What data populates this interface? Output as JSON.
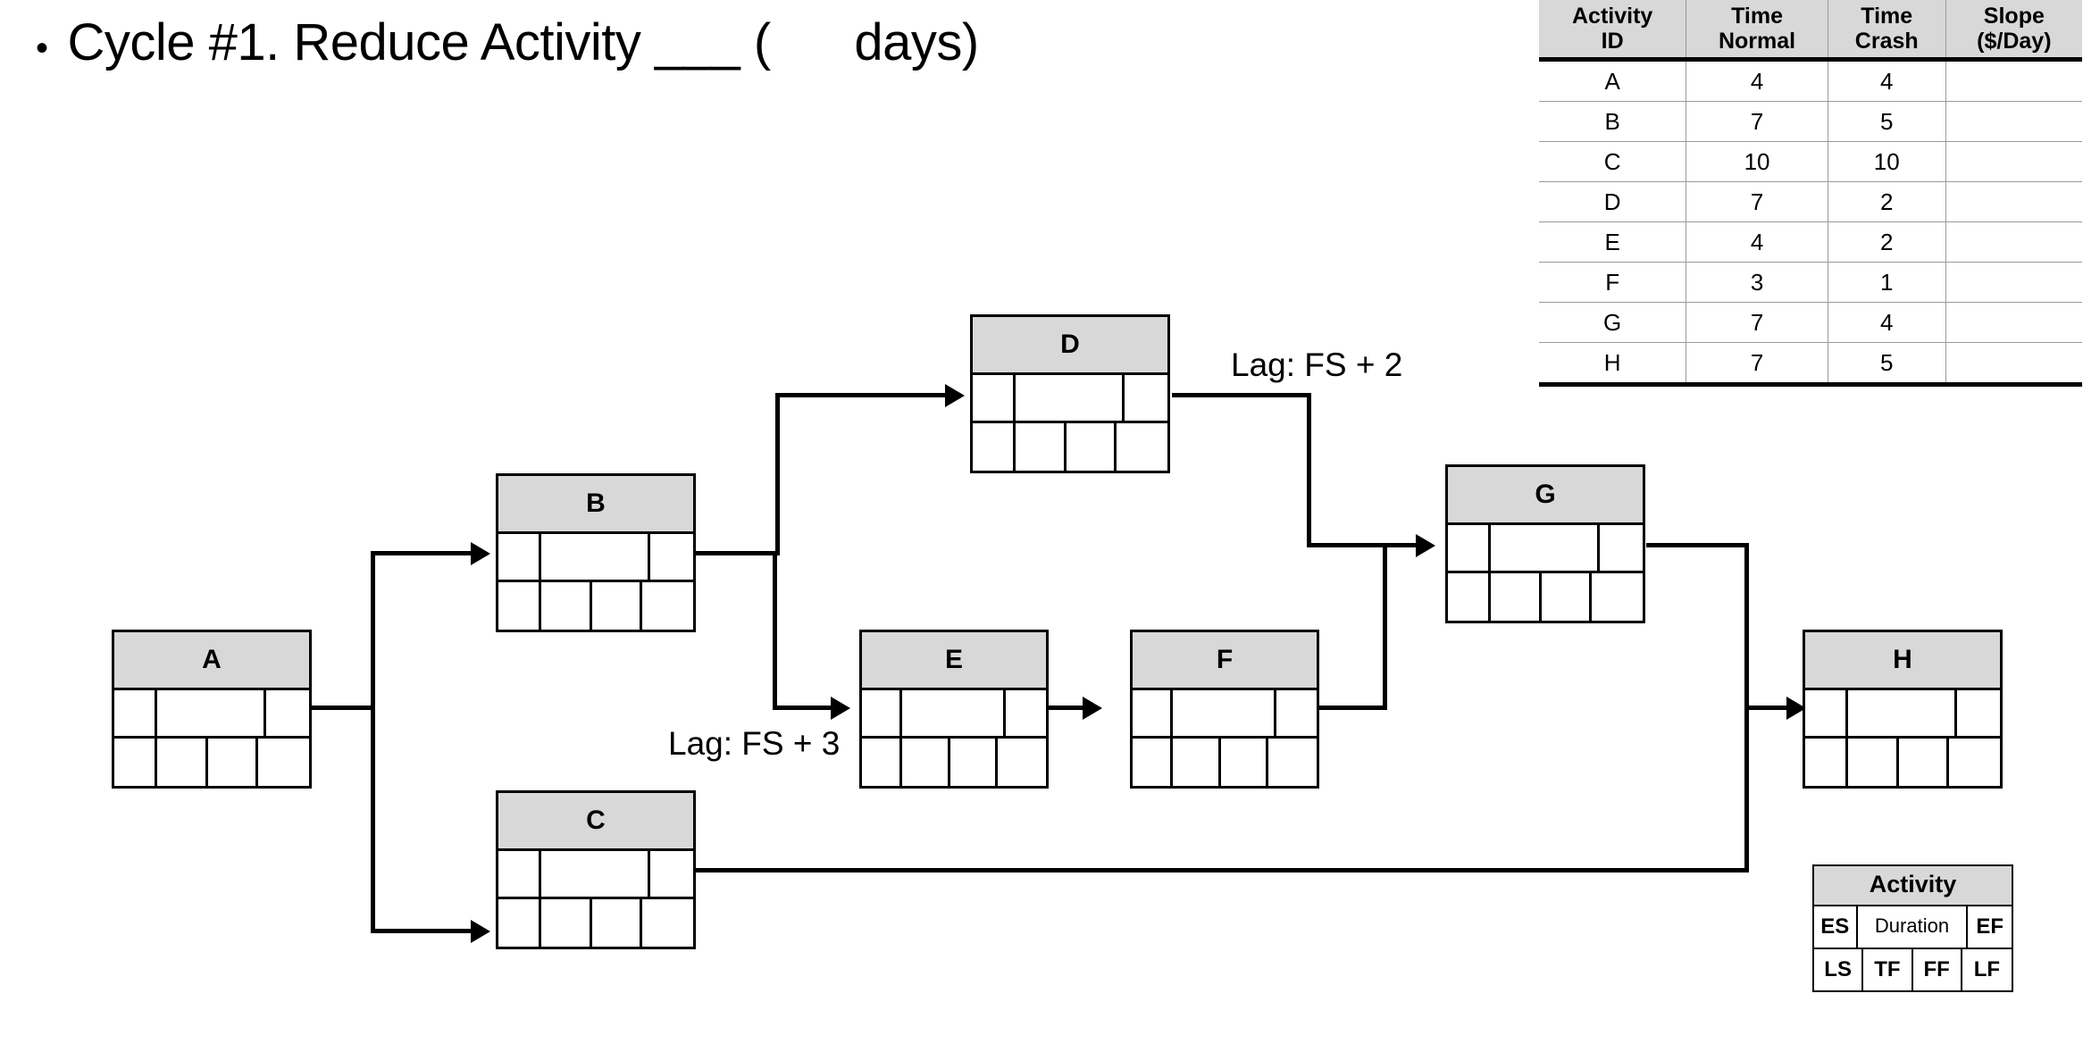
{
  "title": {
    "bullet": "•",
    "text": "Cycle #1. Reduce Activity ___ (      days)"
  },
  "diagram": {
    "nodes": [
      {
        "id": "A",
        "label": "A"
      },
      {
        "id": "B",
        "label": "B"
      },
      {
        "id": "C",
        "label": "C"
      },
      {
        "id": "D",
        "label": "D"
      },
      {
        "id": "E",
        "label": "E"
      },
      {
        "id": "F",
        "label": "F"
      },
      {
        "id": "G",
        "label": "G"
      },
      {
        "id": "H",
        "label": "H"
      }
    ],
    "lag_labels": [
      {
        "id": "lag-d-g",
        "text": "Lag: FS + 2"
      },
      {
        "id": "lag-b-e",
        "text": "Lag: FS + 3"
      }
    ],
    "edges": [
      "A-B",
      "A-C",
      "B-D",
      "B-E",
      "D-G",
      "E-F",
      "F-G",
      "C-H",
      "G-H"
    ]
  },
  "table": {
    "headers": [
      "Activity ID",
      "Time Normal",
      "Time Crash",
      "Slope ($/Day)"
    ],
    "header_lines": [
      [
        "Activity",
        "ID"
      ],
      [
        "Time",
        "Normal"
      ],
      [
        "Time",
        "Crash"
      ],
      [
        "Slope",
        "($/Day)"
      ]
    ],
    "rows": [
      {
        "activity": "A",
        "time_normal": "4",
        "time_crash": "4",
        "slope": ""
      },
      {
        "activity": "B",
        "time_normal": "7",
        "time_crash": "5",
        "slope": ""
      },
      {
        "activity": "C",
        "time_normal": "10",
        "time_crash": "10",
        "slope": ""
      },
      {
        "activity": "D",
        "time_normal": "7",
        "time_crash": "2",
        "slope": ""
      },
      {
        "activity": "E",
        "time_normal": "4",
        "time_crash": "2",
        "slope": ""
      },
      {
        "activity": "F",
        "time_normal": "3",
        "time_crash": "1",
        "slope": ""
      },
      {
        "activity": "G",
        "time_normal": "7",
        "time_crash": "4",
        "slope": ""
      },
      {
        "activity": "H",
        "time_normal": "7",
        "time_crash": "5",
        "slope": ""
      }
    ]
  },
  "legend": {
    "title": "Activity",
    "top": [
      "ES",
      "Duration",
      "EF"
    ],
    "bottom": [
      "LS",
      "TF",
      "FF",
      "LF"
    ]
  },
  "colors": {
    "header_fill": "#d8d8d8",
    "line": "#000000",
    "background": "#ffffff",
    "table_rule": "#9a9a9a"
  }
}
